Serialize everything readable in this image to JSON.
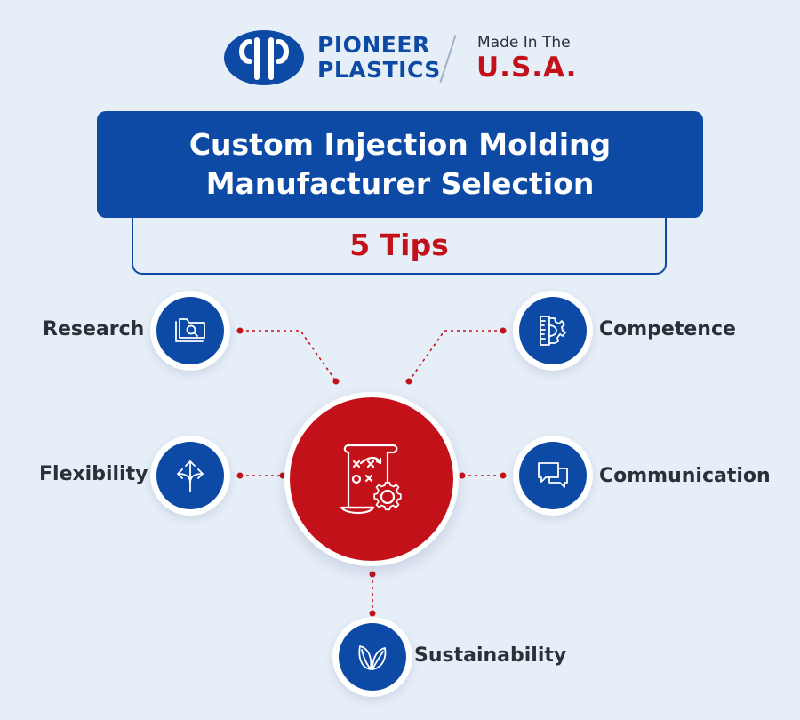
{
  "brand": {
    "name_line1": "PIONEER",
    "name_line2": "PLASTICS",
    "made_in": "Made In The",
    "country": "U.S.A."
  },
  "title": {
    "line1": "Custom Injection Molding",
    "line2": "Manufacturer Selection",
    "subtitle": "5 Tips"
  },
  "tips": [
    {
      "label": "Research",
      "icon": "folder-search-icon"
    },
    {
      "label": "Competence",
      "icon": "ruler-gear-icon"
    },
    {
      "label": "Flexibility",
      "icon": "split-arrows-icon"
    },
    {
      "label": "Communication",
      "icon": "chat-bubbles-icon"
    },
    {
      "label": "Sustainability",
      "icon": "leaves-icon"
    }
  ],
  "center": {
    "icon": "strategy-scroll-gear-icon"
  },
  "colors": {
    "background": "#e6eef8",
    "primary_blue": "#0d4aa6",
    "accent_red": "#c3111a",
    "text": "#2a2f38"
  }
}
